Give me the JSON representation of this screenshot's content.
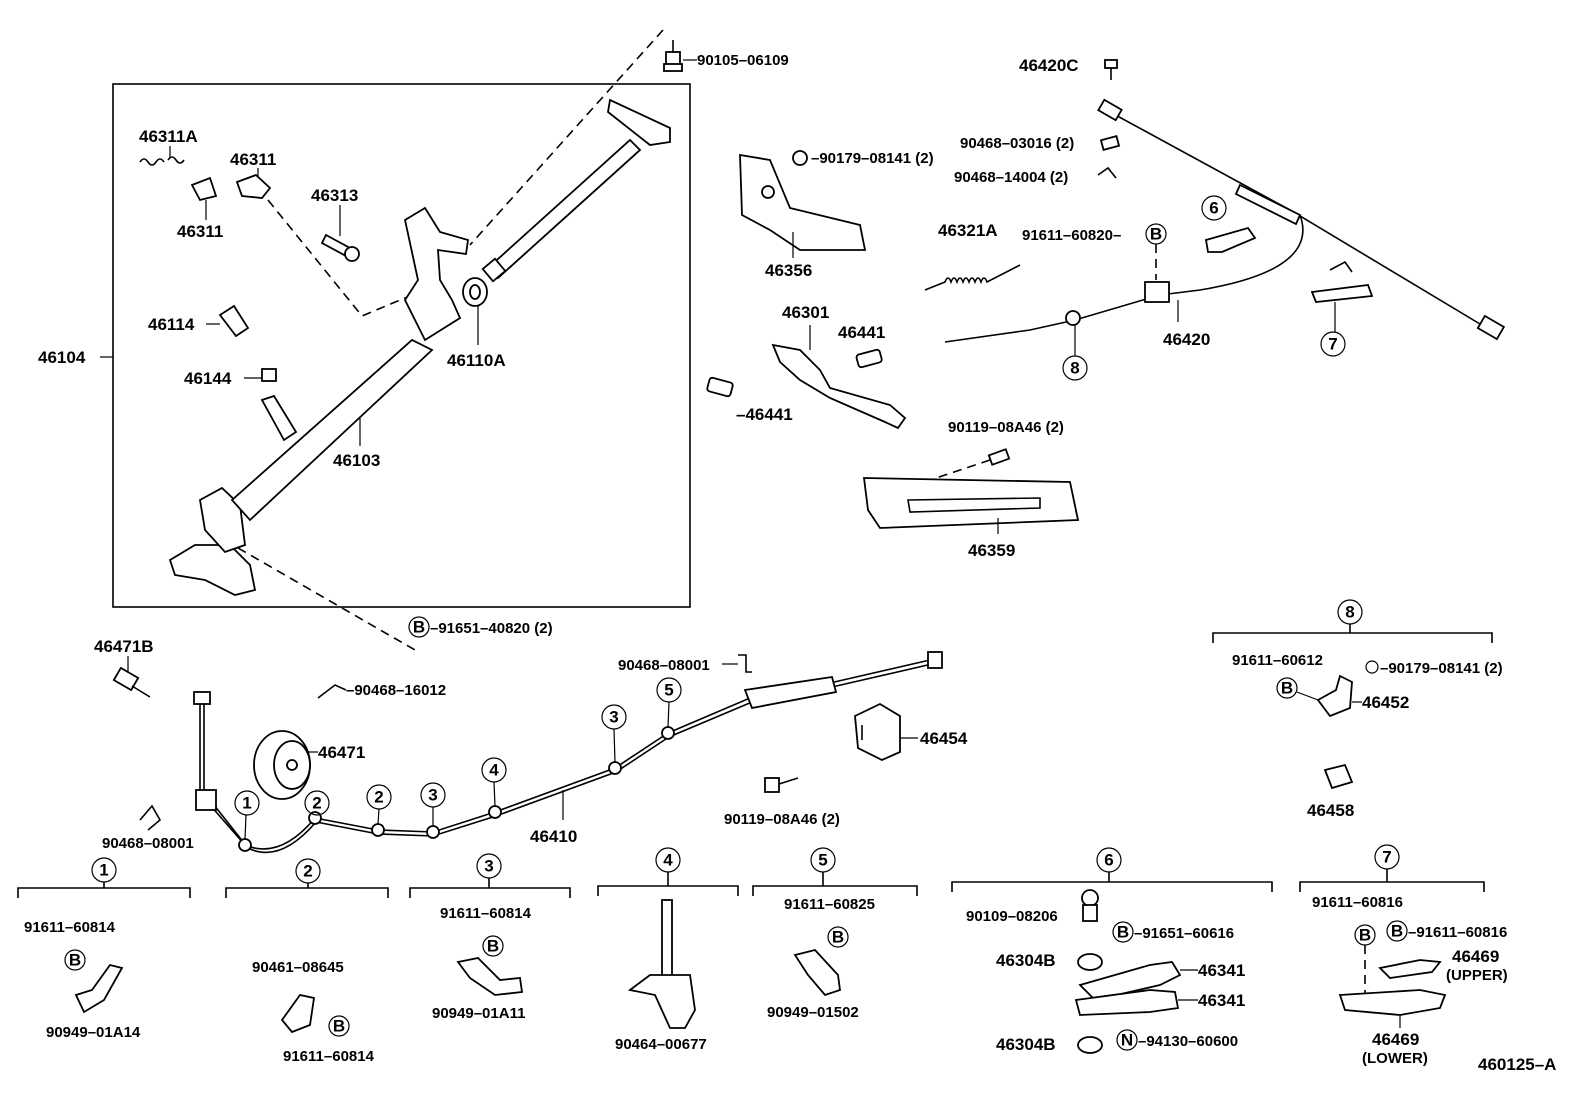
{
  "diagram_id": "460125–A",
  "labels": {
    "p90105_06109": "90105–06109",
    "p46311A": "46311A",
    "p46311_top": "46311",
    "p46311_bot": "46311",
    "p46313": "46313",
    "p46114": "46114",
    "p46144": "46144",
    "p46104": "46104",
    "p46110A": "46110A",
    "p46103": "46103",
    "p91651_40820": "–91651–40820 (2)",
    "p46471B": "46471B",
    "p90468_16012": "–90468–16012",
    "p46471": "46471",
    "p90468_08001_left": "90468–08001",
    "p90468_08001_mid": "90468–08001",
    "p46410": "46410",
    "p46454": "46454",
    "p90119_08A46_mid": "90119–08A46 (2)",
    "p46356": "46356",
    "p90179_08141_top": "–90179–08141 (2)",
    "p46301": "46301",
    "p46441_a": "46441",
    "p46441_b": "–46441",
    "p90119_08A46_top": "90119–08A46 (2)",
    "p46359": "46359",
    "p46420C": "46420C",
    "p90468_03016": "90468–03016 (2)",
    "p90468_14004": "90468–14004 (2)",
    "p46321A": "46321A",
    "p91611_60820": "91611–60820–",
    "p46420": "46420",
    "p91611_60612": "91611–60612",
    "p90179_08141_r": "–90179–08141 (2)",
    "p46452": "46452",
    "p46458": "46458",
    "s1_91611_60814": "91611–60814",
    "s1_90949_01A14": "90949–01A14",
    "s2_90461_08645": "90461–08645",
    "s2_91611_60814": "91611–60814",
    "s3_91611_60814": "91611–60814",
    "s3_90949_01A11": "90949–01A11",
    "s4_90464_00677": "90464–00677",
    "s5_91611_60825": "91611–60825",
    "s5_90949_01502": "90949–01502",
    "s6_90109_08206": "90109–08206",
    "s6_91651_60616": "–91651–60616",
    "s6_46304B_top": "46304B",
    "s6_46341_a": "46341",
    "s6_46341_b": "46341",
    "s6_46304B_bot": "46304B",
    "s6_94130_60600": "–94130–60600",
    "s7_91611_60816_a": "91611–60816",
    "s7_91611_60816_b": "–91611–60816",
    "s7_46469_upper": "46469",
    "s7_upper": "(UPPER)",
    "s7_46469_lower": "46469",
    "s7_lower": "(LOWER)"
  },
  "markers": {
    "B": "B",
    "N": "N",
    "m1": "1",
    "m2": "2",
    "m3": "3",
    "m4": "4",
    "m5": "5",
    "m6": "6",
    "m7": "7",
    "m8": "8"
  }
}
